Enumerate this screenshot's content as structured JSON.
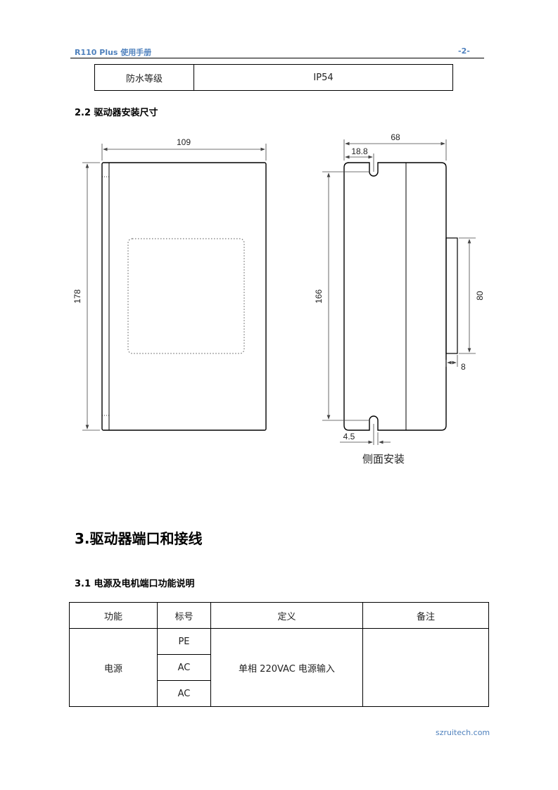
{
  "header": {
    "title": "R110 Plus 使用手册",
    "page_number": "-2-"
  },
  "spec_table": {
    "label": "防水等级",
    "value": "IP54"
  },
  "section_2_2": {
    "title": "2.2 驱动器安装尺寸"
  },
  "front_view": {
    "width_dim": "109",
    "height_dim": "178"
  },
  "side_view": {
    "width_dim": "68",
    "offset_dim": "18.8",
    "height_dim": "166",
    "terminal_height_dim": "80",
    "terminal_depth_dim": "8",
    "slot_width_dim": "4.5",
    "caption": "侧面安装"
  },
  "section_3": {
    "title": "3.驱动器端口和接线"
  },
  "section_3_1": {
    "title": "3.1 电源及电机端口功能说明"
  },
  "port_table": {
    "headers": [
      "功能",
      "标号",
      "定义",
      "备注"
    ],
    "function": "电源",
    "labels": [
      "PE",
      "AC",
      "AC"
    ],
    "definition": "单相 220VAC 电源输入",
    "note": ""
  },
  "footer": {
    "website": "szruitech.com"
  }
}
